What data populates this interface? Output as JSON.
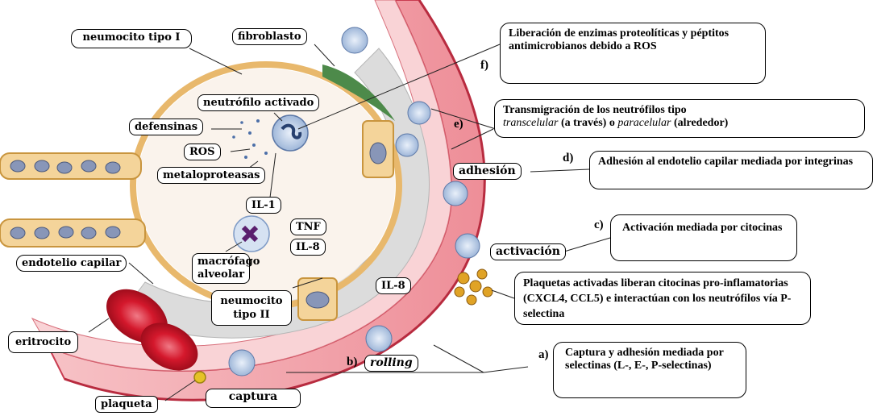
{
  "labels": {
    "neumocito_I": "neumocito tipo I",
    "fibroblasto": "fibroblasto",
    "neutrofilo_activado": "neutrófilo activado",
    "defensinas": "defensinas",
    "ros": "ROS",
    "metaloproteasas": "metaloproteasas",
    "il1": "IL-1",
    "tnf": "TNF",
    "il8_a": "IL-8",
    "macrofago": "macrófago alveolar",
    "endotelio": "endotelio capilar",
    "il8_b": "IL-8",
    "neumocito_II": "neumocito tipo II",
    "eritrocito": "eritrocito",
    "plaqueta": "plaqueta",
    "captura": "captura",
    "rolling": "rolling",
    "adhesion": "adhesión",
    "activacion": "activación"
  },
  "steps": {
    "a": "a)",
    "b": "b)",
    "c": "c)",
    "d": "d)",
    "e": "e)",
    "f": "f)"
  },
  "boxes": {
    "f": "Liberación de enzimas proteolíticas y péptitos antimicrobianos debido a ROS",
    "e_pre": "Transmigración de los neutrófilos tipo",
    "e_trans": "transcelular",
    "e_mid": "(a través) o",
    "e_para": "paracelular",
    "e_post": "(alrededor)",
    "d": "Adhesión al endotelio capilar mediada por integrinas",
    "c": "Activación mediada por citocinas",
    "platelets": "Plaquetas activadas liberan citocinas pro-inflamatorias (CXCL4, CCL5) e interactúan con los neutrófilos vía P-selectina",
    "a": "Captura y adhesión mediada por selectinas (L-, E-, P-selectinas)"
  },
  "colors": {
    "vessel": "#f2a6ad",
    "vessel_edge": "#c93c50",
    "alveolar_wall": "#e8b86c",
    "interstitium": "#d9d9d9",
    "neutrophil": "#9fb7d9",
    "erythrocyte": "#d4182c"
  }
}
